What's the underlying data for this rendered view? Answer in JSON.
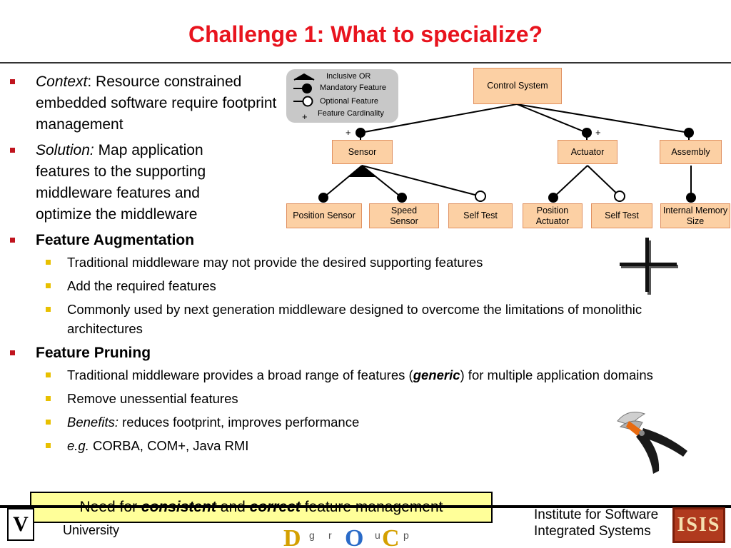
{
  "title": "Challenge 1: What to specialize?",
  "bullets": {
    "context_label": "Context",
    "context_text": ": Resource constrained embedded software require footprint management",
    "solution_label": "Solution:",
    "solution_text": " Map application features to the supporting middleware features and optimize the middleware",
    "augmentation": {
      "heading": "Feature Augmentation",
      "items": [
        "Traditional middleware may not provide the desired supporting features",
        "Add the required features",
        "Commonly used by next generation middleware designed to overcome the limitations of monolithic architectures"
      ]
    },
    "pruning": {
      "heading": "Feature Pruning",
      "item1_pre": "Traditional middleware provides a broad range of features (",
      "item1_em": "generic",
      "item1_post": ") for multiple application domains",
      "item2": "Remove unessential features",
      "item3_label": "Benefits:",
      "item3_text": " reduces footprint, improves performance",
      "item4_label": "e.g.",
      "item4_text": " CORBA, COM+, Java RMI"
    }
  },
  "legend": {
    "inclusive_or": "Inclusive OR",
    "mandatory": "Mandatory Feature",
    "optional": "Optional Feature",
    "cardinality": "Feature Cardinality",
    "plus": "+"
  },
  "feature_model": {
    "root": "Control System",
    "sensor": "Sensor",
    "actuator": "Actuator",
    "assembly": "Assembly",
    "position_sensor": "Position Sensor",
    "speed_sensor": "Speed Sensor",
    "self_test_1": "Self Test",
    "position_actuator": "Position Actuator",
    "self_test_2": "Self Test",
    "internal_memory": "Internal Memory Size",
    "plus_sensor": "+",
    "plus_actuator": "+"
  },
  "callout": {
    "pre": "Need for ",
    "em1": "consistent",
    "mid": " and ",
    "em2": "correct",
    "post": "  feature management"
  },
  "footer": {
    "university": "University",
    "institute_line1": "Institute for Software",
    "institute_line2": "Integrated Systems",
    "v_logo": "V",
    "isis_logo": "ISIS",
    "doc_logo": [
      "D",
      "g",
      "r",
      "O",
      "u",
      "C",
      "p"
    ]
  },
  "colors": {
    "title": "#e8141e",
    "node_fill": "#fcd0a4",
    "callout_fill": "#ffff99",
    "bullet_l1": "#c0141e",
    "bullet_l2": "#e8c000"
  }
}
